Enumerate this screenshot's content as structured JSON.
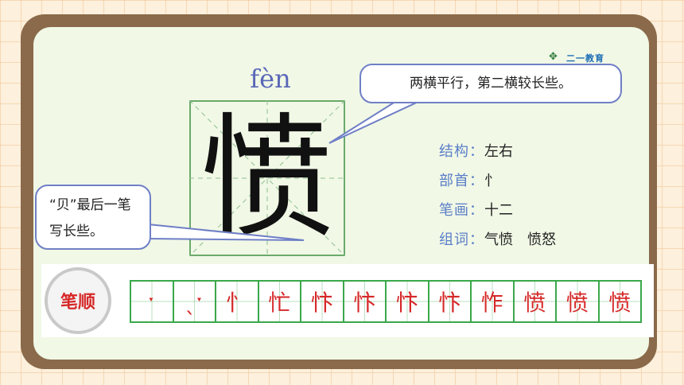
{
  "logo": {
    "mark": "✥",
    "text": "二一教育"
  },
  "character": {
    "pinyin": "fèn",
    "glyph": "愤"
  },
  "callouts": {
    "top": "两横平行，第二横较长些。",
    "left": "“贝”最后一笔写长些。"
  },
  "info": [
    {
      "label": "结构：",
      "value": "左右"
    },
    {
      "label": "部首：",
      "value": "忄"
    },
    {
      "label": "笔画：",
      "value": "十二"
    },
    {
      "label": "组词：",
      "value": "气愤　愤怒"
    }
  ],
  "stroke_order": {
    "badge": "笔顺",
    "steps": [
      "ˑ",
      "ˎˑ",
      "忄",
      "忙",
      "忭",
      "忭",
      "忭",
      "忭",
      "怍",
      "愤",
      "愤",
      "愤"
    ]
  },
  "colors": {
    "accent_blue": "#5a68b8",
    "stroke_red": "#d62828",
    "grid_green": "#3aa84a",
    "frame_brown": "#8a6a4a"
  }
}
